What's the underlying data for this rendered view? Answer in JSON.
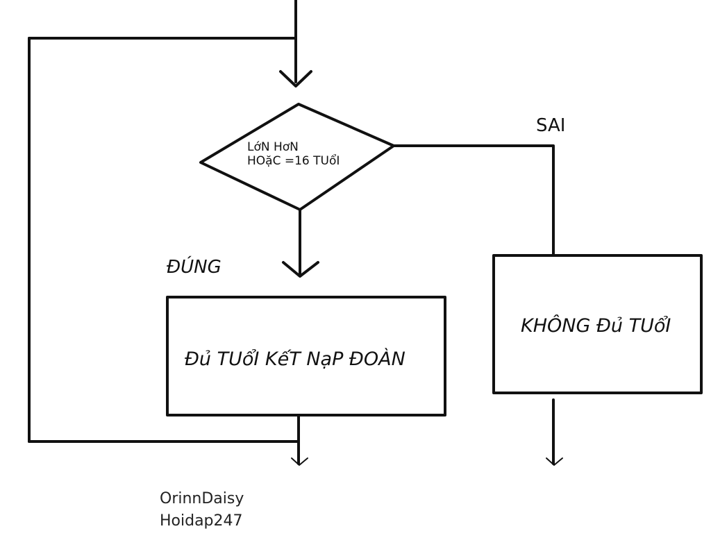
{
  "diagram": {
    "decision": {
      "line1": "LớN HơN",
      "line2": "HOặC =16 TUổI"
    },
    "branch_false_label": "SAI",
    "branch_true_label": "ĐÚNG",
    "box_true": "Đủ TUổI KếT NạP ĐOÀN",
    "box_false": "KHÔNG Đủ TUổI"
  },
  "watermark": {
    "author": "OrinnDaisy",
    "site": "Hoidap247"
  },
  "colors": {
    "stroke": "#111111",
    "background": "#ffffff"
  }
}
